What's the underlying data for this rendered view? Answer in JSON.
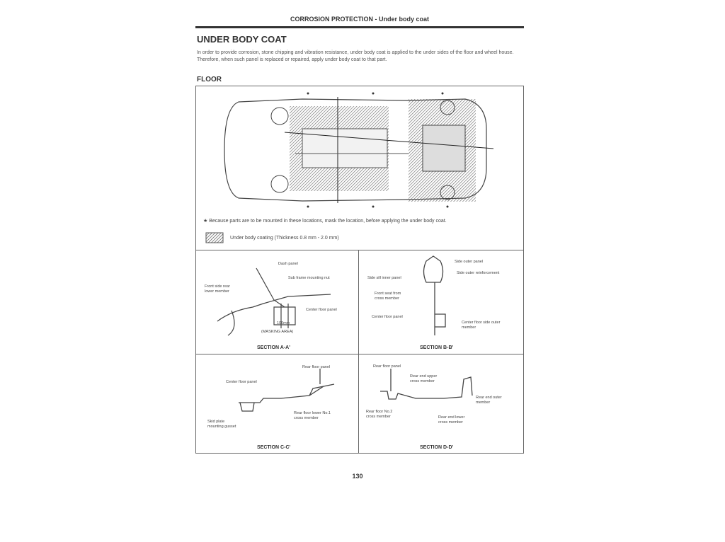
{
  "header": "CORROSION PROTECTION - Under  body coat",
  "title": "UNDER BODY COAT",
  "intro": [
    "In order to provide corrosion,  stone chipping and vibration resistance, under body coat is applied to the under sides of the floor  and wheel house.",
    "Therefore, when such  panel is replaced or repaired, apply under body coat to that part."
  ],
  "floor": {
    "heading": "FLOOR",
    "note": "★ Because parts are to be mounted in these locations, mask the location, before applying the under body coat.",
    "legend": "Under body  coating (Thickness 0.8 mm - 2.0 mm)"
  },
  "sections": {
    "a": {
      "title": "SECTION A-A'",
      "labels": [
        "Dash panel",
        "Sub frame mounting nut",
        "Front side rear lower member",
        "Center floor panel",
        "100mm",
        "(MASKING AREA)"
      ]
    },
    "b": {
      "title": "SECTION B-B'",
      "labels": [
        "Side outer panel",
        "Side outer reinforcement",
        "Side sill inner panel",
        "Front seat from cross member",
        "Center floor panel",
        "Center floor side outer member"
      ]
    },
    "c": {
      "title": "SECTION C-C'",
      "labels": [
        "Rear floor panel",
        "Center floor panel",
        "Skid plate mounting gusset",
        "Rear floor lower No.1 cross member"
      ]
    },
    "d": {
      "title": "SECTION D-D'",
      "labels": [
        "Rear floor panel",
        "Rear end upper cross member",
        "Rear end outer member",
        "Rear floor No.2 cross member",
        "Rear end lower cross member"
      ]
    }
  },
  "page_number": "130"
}
